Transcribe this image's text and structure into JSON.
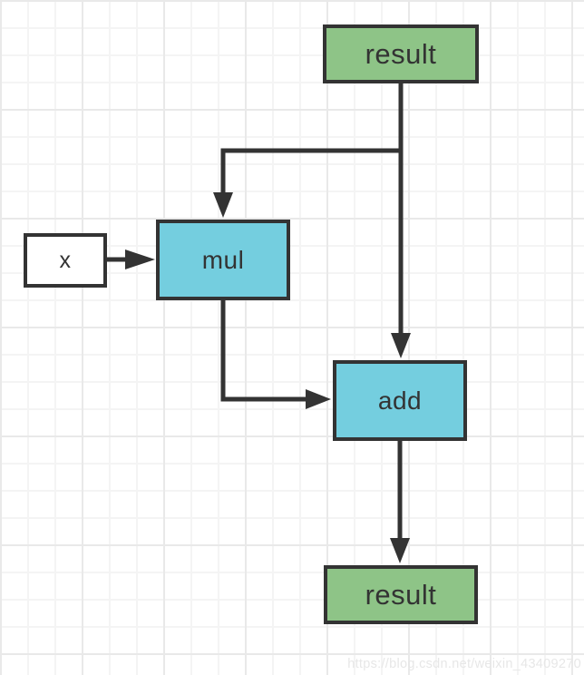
{
  "nodes": {
    "result_top": {
      "label": "result",
      "fill": "#8ec487"
    },
    "x": {
      "label": "x",
      "fill": "#ffffff"
    },
    "mul": {
      "label": "mul",
      "fill": "#74cedf"
    },
    "add": {
      "label": "add",
      "fill": "#74cedf"
    },
    "result_bottom": {
      "label": "result",
      "fill": "#8ec487"
    }
  },
  "edges": [
    {
      "from": "result_top",
      "to": "add"
    },
    {
      "from": "result_top",
      "to": "mul"
    },
    {
      "from": "x",
      "to": "mul"
    },
    {
      "from": "mul",
      "to": "add"
    },
    {
      "from": "add",
      "to": "result_bottom"
    }
  ],
  "colors": {
    "stroke": "#333333",
    "result_fill": "#8ec487",
    "op_fill": "#74cedf",
    "var_fill": "#ffffff",
    "grid_minor": "#f4f4f4",
    "grid_major": "#e9e9e9"
  },
  "watermark": {
    "text": "https://blog.csdn.net/weixin_43409270"
  }
}
